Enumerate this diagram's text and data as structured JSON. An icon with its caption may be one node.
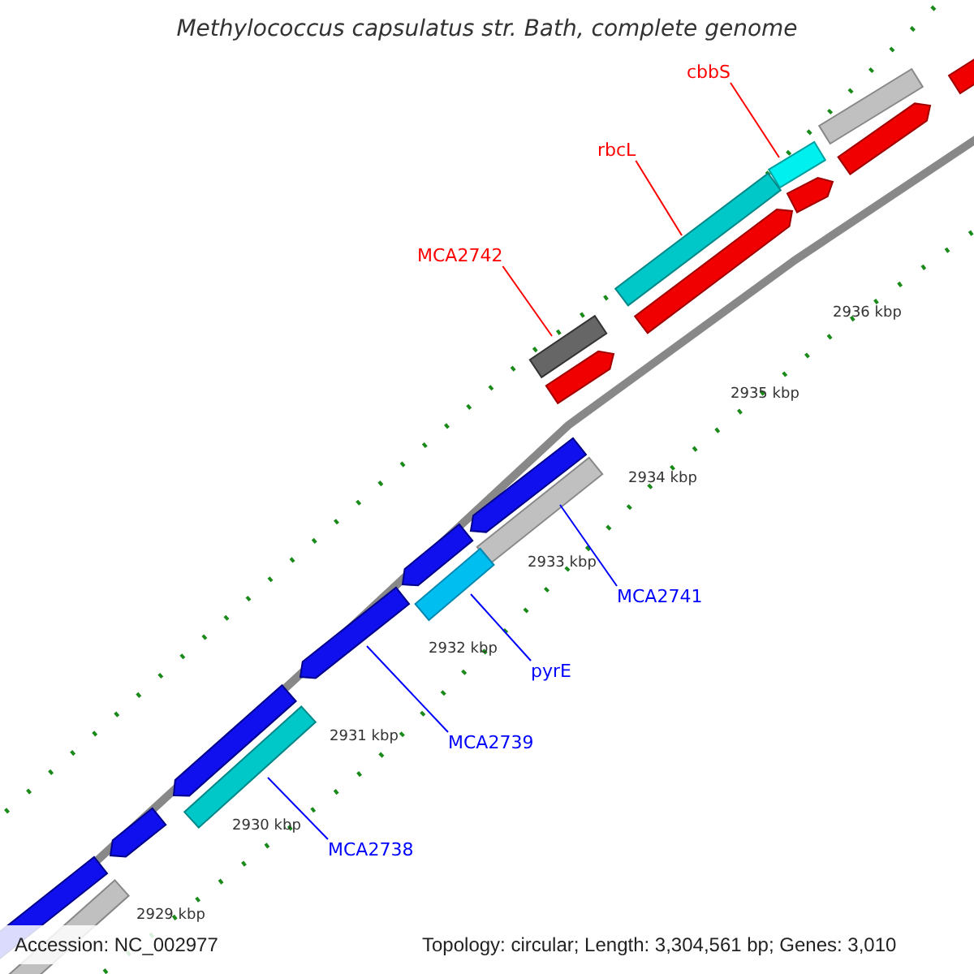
{
  "diagram": {
    "title": "Methylococcus capsulatus str. Bath, complete genome",
    "nodes": [
      {
        "text": [
          "cbbS"
        ]
      },
      {
        "text": [],
        "shape": "bar"
      },
      {
        "text": [
          "rbcL"
        ]
      },
      {
        "text": [],
        "shape": "bar"
      },
      {
        "text": [
          "MCA2742"
        ]
      },
      {
        "text": [],
        "shape": "bar"
      },
      {
        "text": [
          "MCA2741"
        ]
      },
      {
        "text": [],
        "shape": "bar"
      },
      {
        "text": [
          "pyrE"
        ]
      },
      {
        "text": [],
        "shape": "bar"
      },
      {
        "text": [
          "MCA2739"
        ]
      },
      {
        "text": [],
        "shape": "arrow"
      },
      {
        "text": [
          "MCA2738"
        ]
      },
      {
        "text": [],
        "shape": "bar"
      },
      {
        "text": [],
        "shape": "arrow"
      },
      {
        "text": [],
        "shape": "arrow"
      },
      {
        "text": [],
        "shape": "arrow"
      },
      {
        "text": [],
        "shape": "arrow"
      },
      {
        "text": [],
        "shape": "arrow"
      },
      {
        "text": [],
        "shape": "bar"
      },
      {
        "text": [],
        "shape": "arrow"
      },
      {
        "text": [],
        "shape": "arrow"
      },
      {
        "text": [],
        "shape": "arrow"
      },
      {
        "text": [],
        "shape": "arrow"
      },
      {
        "text": [],
        "shape": "arrow"
      },
      {
        "text": [],
        "shape": "bar"
      }
    ],
    "edges": [
      {
        "from": 0,
        "to": 1,
        "arrow": "none",
        "color": "#ff0000"
      },
      {
        "from": 2,
        "to": 3,
        "arrow": "none",
        "color": "#ff0000"
      },
      {
        "from": 4,
        "to": 5,
        "arrow": "none",
        "color": "#ff0000"
      },
      {
        "from": 6,
        "to": 7,
        "arrow": "none"
      },
      {
        "from": 8,
        "to": 9,
        "arrow": "none"
      },
      {
        "from": 10,
        "to": 11,
        "arrow": "none"
      },
      {
        "from": 12,
        "to": 13,
        "arrow": "none"
      }
    ],
    "labels": [
      "2936 kbp",
      "2935 kbp",
      "2934 kbp",
      "2933 kbp",
      "2932 kbp",
      "2931 kbp",
      "2930 kbp",
      "2929 kbp",
      "Accession: NC_002977",
      "Topology: circular; Length: 3,304,561 bp; Genes: 3,010"
    ]
  }
}
